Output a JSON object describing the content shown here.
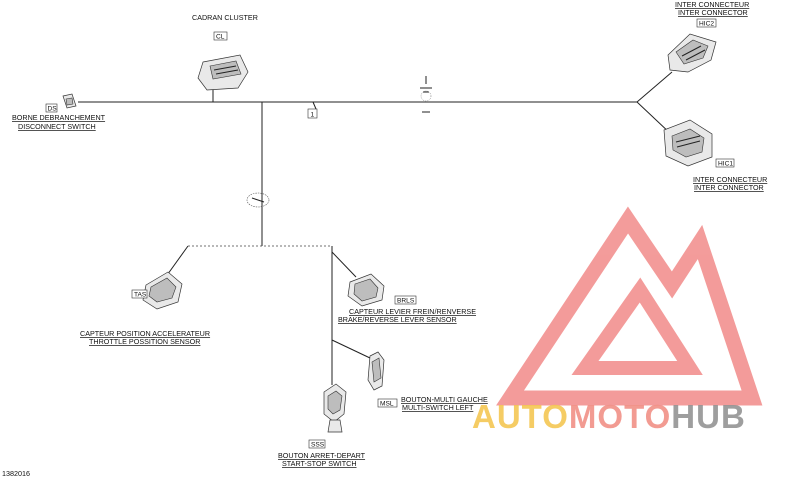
{
  "components": {
    "cluster": {
      "code": "CL",
      "label_fr": "CADRAN CLUSTER"
    },
    "disconnect": {
      "code": "DS",
      "label_fr": "BORNE DEBRANCHEMENT",
      "label_en": "DISCONNECT SWITCH"
    },
    "hic2": {
      "code": "HIC2",
      "label_fr": "INTER CONNECTEUR",
      "label_en": "INTER CONNECTOR"
    },
    "hic1": {
      "code": "HIC1",
      "label_fr": "INTER CONNECTEUR",
      "label_en": "INTER CONNECTOR"
    },
    "tas": {
      "code": "TAS",
      "label_fr": "CAPTEUR POSITION ACCELERATEUR",
      "label_en": "THROTTLE POSSITION SENSOR"
    },
    "brls": {
      "code": "BRLS",
      "label_fr": "CAPTEUR LEVIER FREIN/RENVERSE",
      "label_en": "BRAKE/REVERSE LEVER SENSOR"
    },
    "msl": {
      "code": "MSL",
      "label_fr": "BOUTON-MULTI GAUCHE",
      "label_en": "MULTI-SWITCH LEFT"
    },
    "sss": {
      "code": "SSS",
      "label_fr": "BOUTON ARRET-DEPART",
      "label_en": "START-STOP SWITCH"
    }
  },
  "callout": "1",
  "figure_number": "1382016",
  "watermark": {
    "part1": "AUTO",
    "part2": "MOTO",
    "part3": "HUB"
  }
}
